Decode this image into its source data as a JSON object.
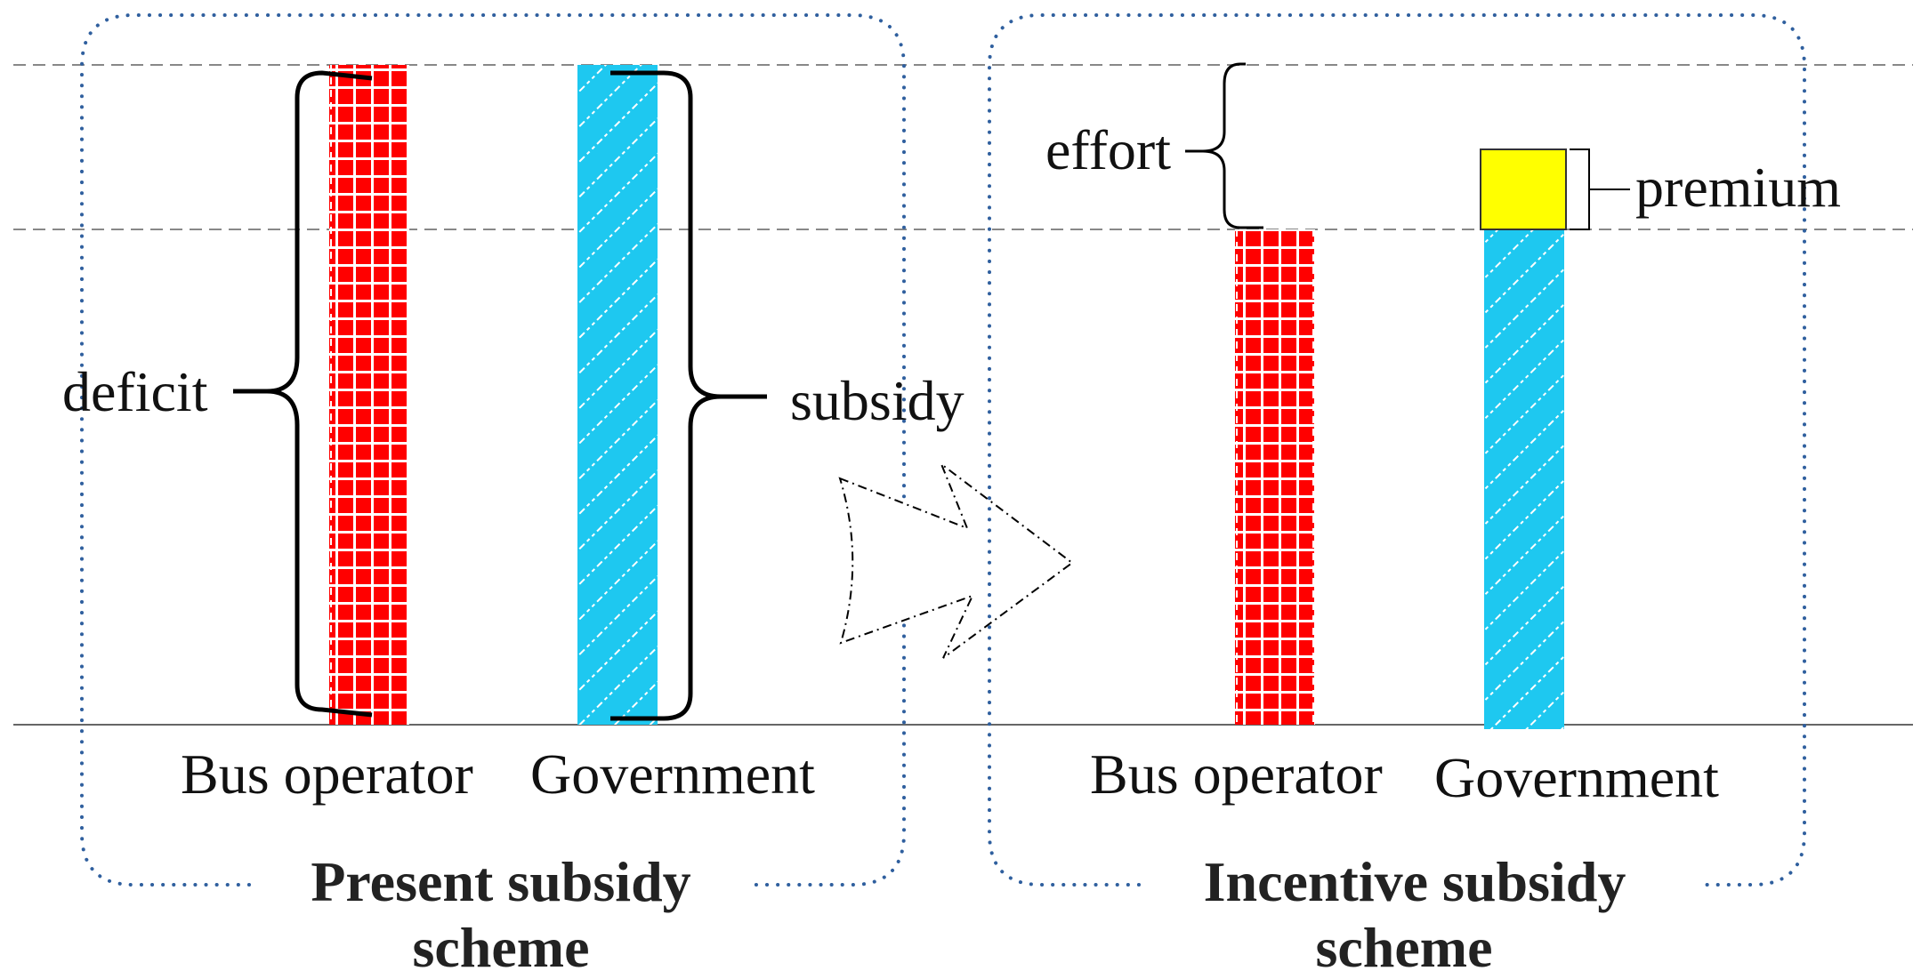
{
  "panels": {
    "present": {
      "title_line1": "Present subsidy",
      "title_line2": "scheme",
      "bar1_label": "Bus operator",
      "bar2_label": "Government",
      "left_brace_label": "deficit",
      "right_brace_label": "subsidy"
    },
    "incentive": {
      "title_line1": "Incentive subsidy",
      "title_line2": "scheme",
      "bar1_label": "Bus operator",
      "bar2_label": "Government",
      "effort_label": "effort",
      "premium_label": "premium"
    }
  },
  "colors": {
    "bus_operator_fill": "#ff0000",
    "government_fill": "#1ec8f0",
    "premium_fill": "#ffff00",
    "panel_border": "#2f5f9e",
    "guide_line": "#888888"
  },
  "icons": {
    "transition_arrow": "arrow-right-icon"
  }
}
